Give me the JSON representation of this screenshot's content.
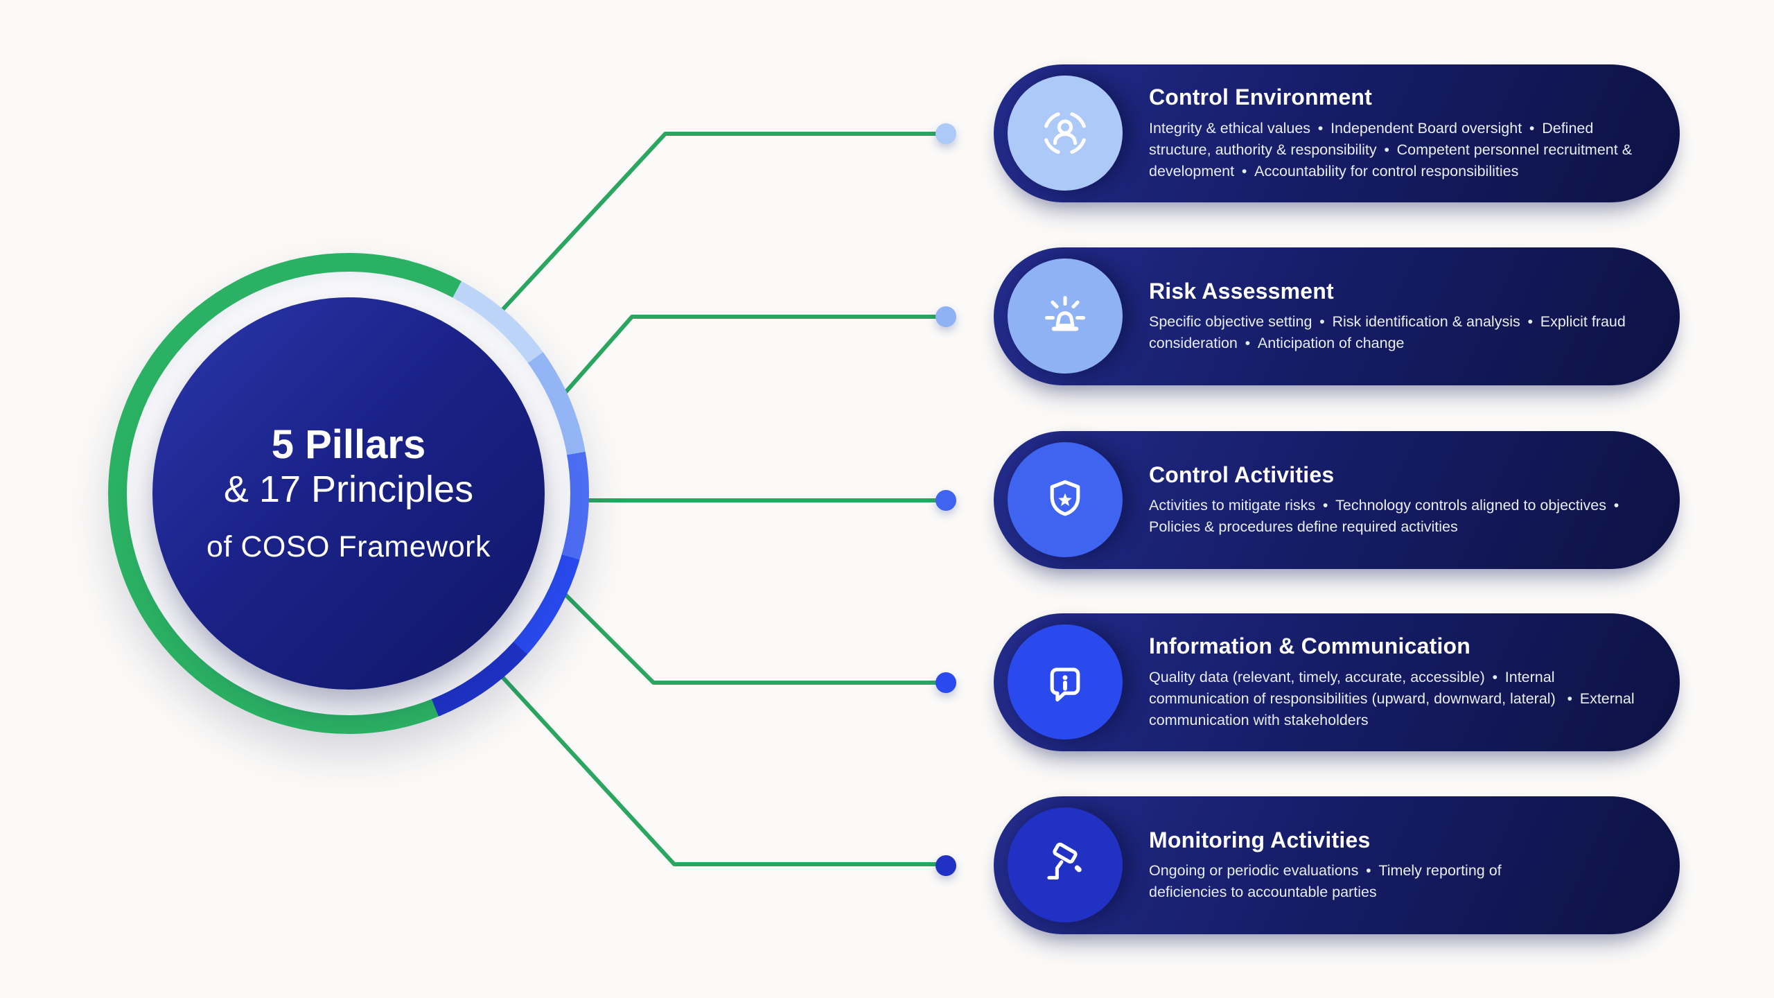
{
  "hub": {
    "line1": "5 Pillars",
    "line2": "& 17 Principles",
    "line3": "of COSO Framework",
    "ring": {
      "green": "#2bb163",
      "segment_colors": [
        "#bdd4f9",
        "#93b5f6",
        "#4c6cf2",
        "#2849ec",
        "#1e32c4"
      ],
      "segment_start_deg": 28,
      "segment_sweep_deg": 26
    }
  },
  "connectors": {
    "color": "#2aa660"
  },
  "cards": [
    {
      "title": "Control Environment",
      "body": "Integrity & ethical values • Independent Board oversight • Defined structure, authority & responsibility • Competent personnel recruitment & development • Accountability for control responsibilities",
      "icon": "user-focus-icon",
      "accent": "#adc9f8"
    },
    {
      "title": "Risk Assessment",
      "body": "Specific objective setting • Risk identification & analysis • Explicit fraud consideration • Anticipation of change",
      "icon": "siren-icon",
      "accent": "#8fb2f4"
    },
    {
      "title": "Control Activities",
      "body": "Activities to mitigate risks • Technology controls aligned to objectives • Policies & procedures define required activities",
      "icon": "shield-star-icon",
      "accent": "#3f64f0"
    },
    {
      "title": "Information & Communication",
      "body": "Quality data (relevant, timely, accurate, accessible) • Internal communication of responsibilities (upward, downward, lateral)  • External communication with stakeholders",
      "icon": "chat-info-icon",
      "accent": "#2b4aee"
    },
    {
      "title": "Monitoring Activities",
      "body": "Ongoing or periodic evaluations • Timely reporting of deficiencies to accountable parties",
      "icon": "cctv-icon",
      "accent": "#2031c4"
    }
  ]
}
